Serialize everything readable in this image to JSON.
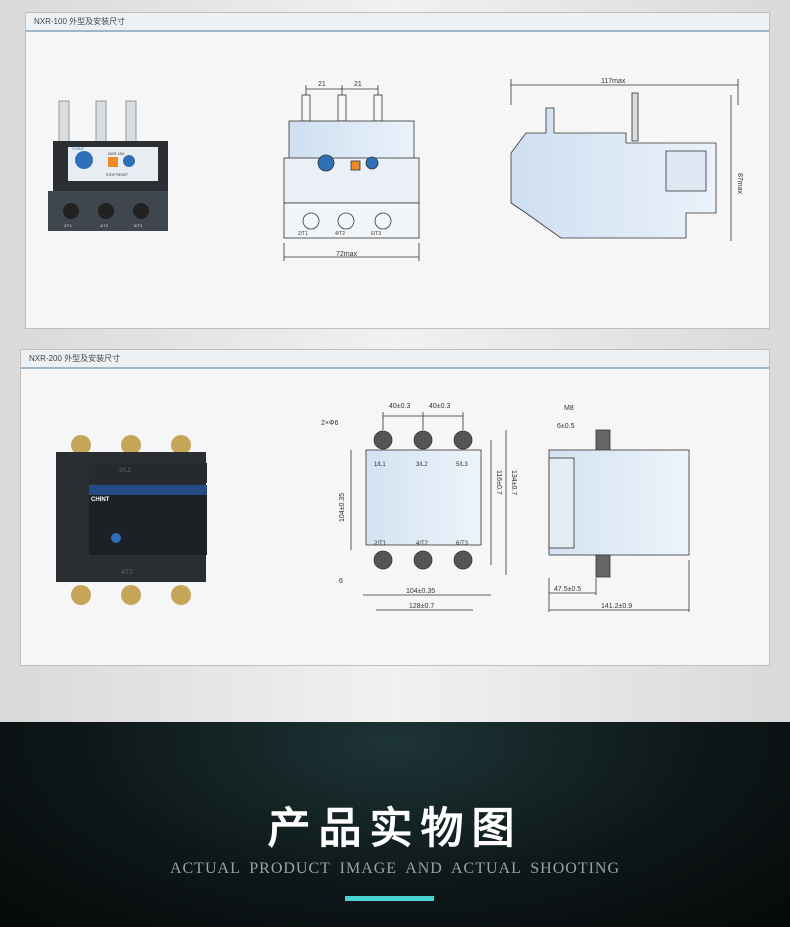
{
  "colors": {
    "accent": "#47d4d0",
    "panel_rule": "#9fb6c8",
    "device_dark": "#3a3f44",
    "device_blue": "#2f6fb7",
    "terminal_orange": "#f08a24"
  },
  "panel1": {
    "heading": "NXR-100 外型及安装尺寸",
    "product_brand": "CHINT",
    "product_model": "NXR-100",
    "product_buttons": "STOP RESET",
    "terminals": [
      "2/T1",
      "4/T2",
      "6/T3"
    ],
    "dims": {
      "top_left": "21",
      "top_right": "21",
      "width": "72max",
      "length": "117max",
      "height": "87max"
    }
  },
  "panel2": {
    "heading": "NXR-200 外型及安装尺寸",
    "product_brand": "CHINT",
    "top_terminals": [
      "1/L1",
      "3/L2",
      "5/L3"
    ],
    "bottom_terminals": [
      "2/T1",
      "4/T2",
      "6/T3"
    ],
    "dims": {
      "hole": "2×Φ6",
      "pitch_left": "40±0.3",
      "pitch_right": "40±0.3",
      "h104": "104±0.35",
      "h116": "116±0.7",
      "h134": "134±0.7",
      "foot": "6",
      "w104": "104±0.35",
      "w128": "128±0.7",
      "screw": "M8",
      "s6": "6±0.5",
      "s47": "47.5±0.5",
      "s141": "141.2±0.9"
    }
  },
  "banner": {
    "title": "产品实物图",
    "subtitle": "ACTUAL PRODUCT IMAGE AND ACTUAL SHOOTING"
  }
}
